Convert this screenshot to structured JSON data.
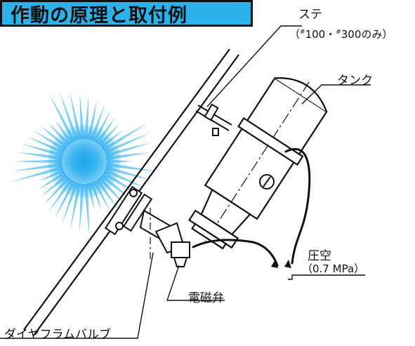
{
  "title": "作動の原理と取付例",
  "labels": {
    "stay": "ステ",
    "stay_note_open": "（",
    "stay_note_mark1": "#",
    "stay_note_num1": "100・",
    "stay_note_mark2": "#",
    "stay_note_num2": "300のみ）",
    "tank": "タンク",
    "air": "圧空",
    "air_pressure": "（0.7 MPa）",
    "solenoid": "電磁弁",
    "diaphragm": "ダイヤフラムバルブ"
  },
  "colors": {
    "title_bg": "#2bb2e8",
    "burst": "#1aa8ee",
    "line": "#111111"
  }
}
